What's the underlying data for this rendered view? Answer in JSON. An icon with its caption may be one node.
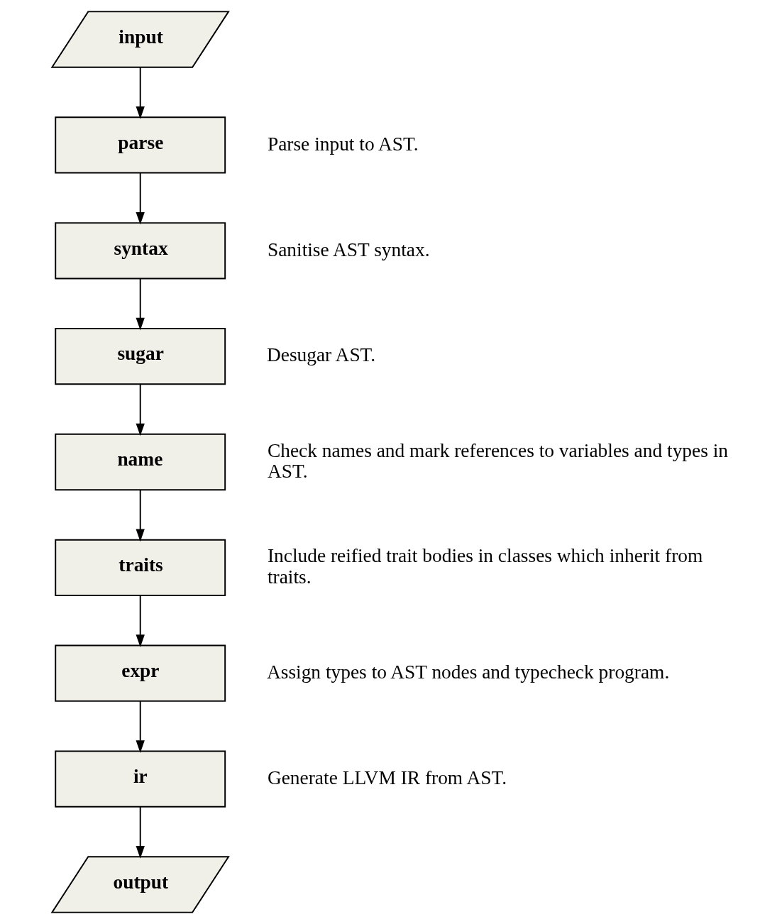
{
  "diagram": {
    "nodes": [
      {
        "text": [
          "input"
        ]
      },
      {
        "text": [
          "parse"
        ],
        "beside": [
          "Parse input to AST."
        ]
      },
      {
        "text": [
          "syntax"
        ],
        "beside": [
          "Sanitise AST syntax."
        ]
      },
      {
        "text": [
          "sugar"
        ],
        "beside": [
          "Desugar AST."
        ]
      },
      {
        "text": [
          "name"
        ],
        "beside": [
          "Check names and mark references to variables and types in AST."
        ]
      },
      {
        "text": [
          "traits"
        ],
        "beside": [
          "Include reified trait bodies in classes which inherit from traits."
        ]
      },
      {
        "text": [
          "expr"
        ],
        "beside": [
          "Assign types to AST nodes and typecheck program."
        ]
      },
      {
        "text": [
          "ir"
        ],
        "beside": [
          "Generate LLVM IR from AST."
        ]
      },
      {
        "text": [
          "output"
        ]
      }
    ],
    "edges": [
      {
        "from": 0,
        "to": 1,
        "arrow": "to"
      },
      {
        "from": 1,
        "to": 2,
        "arrow": "to"
      },
      {
        "from": 2,
        "to": 3,
        "arrow": "to"
      },
      {
        "from": 3,
        "to": 4,
        "arrow": "to"
      },
      {
        "from": 4,
        "to": 5,
        "arrow": "to"
      },
      {
        "from": 5,
        "to": 6,
        "arrow": "to"
      },
      {
        "from": 6,
        "to": 7,
        "arrow": "to"
      },
      {
        "from": 7,
        "to": 8,
        "arrow": "to"
      }
    ]
  }
}
